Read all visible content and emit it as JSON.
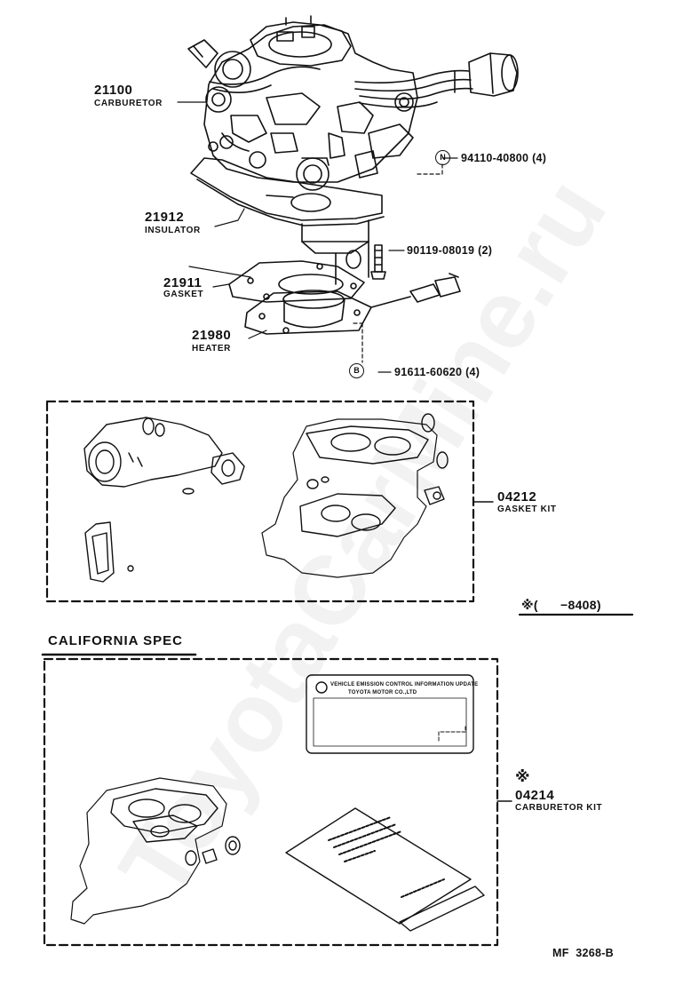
{
  "parts": {
    "carburetor": {
      "number": "21100",
      "name": "CARBURETOR"
    },
    "insulator": {
      "number": "21912",
      "name": "INSULATOR"
    },
    "gasket": {
      "number": "21911",
      "name": "GASKET"
    },
    "heater": {
      "number": "21980",
      "name": "HEATER"
    },
    "gasket_kit": {
      "number": "04212",
      "name": "GASKET KIT"
    },
    "carburetor_kit": {
      "mark": "※",
      "number": "04214",
      "name": "CARBURETOR KIT"
    }
  },
  "fasteners": {
    "nut": {
      "symbol": "N",
      "ref": "94110-40800 (4)"
    },
    "stud": {
      "ref": "90119-08019 (2)"
    },
    "bolt": {
      "symbol": "B",
      "ref": "91611-60620 (4)"
    }
  },
  "date_range": "※(      −8408)",
  "california_spec": "CALIFORNIA SPEC",
  "label_plate": {
    "line1": "VEHICLE EMISSION CONTROL INFORMATION UPDATE",
    "line2": "TOYOTA MOTOR CO.,LTD"
  },
  "footer_code": "MF  3268-B",
  "watermark": "ToyotaCarMine.ru"
}
